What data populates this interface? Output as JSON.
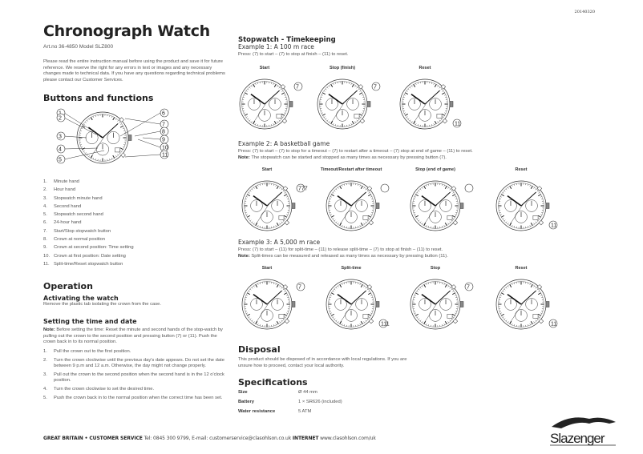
{
  "doc_code": "20140320",
  "title": "Chronograph Watch",
  "art_no": "Art.no  36-4850   Model  SLZ800",
  "intro": "Please read the entire instruction manual before using the product and save it for future reference. We reserve the right for any errors in text or images and any necessary changes made to technical data. If you have any questions regarding technical problems please contact our Customer Services.",
  "buttons": {
    "heading": "Buttons and functions",
    "callouts_left": [
      "1",
      "2",
      "3",
      "4",
      "5"
    ],
    "callouts_right": [
      "6",
      "7",
      "8",
      "9",
      "10",
      "11"
    ],
    "items": [
      {
        "n": "1.",
        "t": "Minute hand"
      },
      {
        "n": "2.",
        "t": "Hour hand"
      },
      {
        "n": "3.",
        "t": "Stopwatch minute hand"
      },
      {
        "n": "4.",
        "t": "Second hand"
      },
      {
        "n": "5.",
        "t": "Stopwatch second hand"
      },
      {
        "n": "6.",
        "t": "24-hour hand"
      },
      {
        "n": "7.",
        "t": "Start/Stop stopwatch button"
      },
      {
        "n": "8.",
        "t": "Crown at normal position"
      },
      {
        "n": "9.",
        "t": "Crown at second position: Time setting"
      },
      {
        "n": "10.",
        "t": "Crown at first position: Date setting"
      },
      {
        "n": "11.",
        "t": "Split-time/Reset stopwatch button"
      }
    ]
  },
  "operation": {
    "heading": "Operation",
    "activating_heading": "Activating the watch",
    "activating_text": "Remove the plastic tab isolating the crown from the case.",
    "setting_heading": "Setting the time and date",
    "note_label": "Note:",
    "note_text": " Before setting the time: Reset the minute and second hands of the stop-watch by pulling out the crown to the second position and pressing button (7) or (11). Push the crown back in to its normal position.",
    "steps": [
      {
        "n": "1.",
        "t": "Pull the crown out to the first position."
      },
      {
        "n": "2.",
        "t": "Turn the crown clockwise until the previous day's date appears. Do not set the date between 9 p.m and 12 a.m. Otherwise, the day might not change properly."
      },
      {
        "n": "3.",
        "t": "Pull out the crown to the second position when the second hand is in the 12 o'clock position."
      },
      {
        "n": "4.",
        "t": "Turn the crown clockwise to set the desired time."
      },
      {
        "n": "5.",
        "t": "Push the crown back in to the normal position when the correct time has been set."
      }
    ]
  },
  "stopwatch": {
    "heading": "Stopwatch - Timekeeping",
    "examples": [
      {
        "title": "Example 1: A 100 m race",
        "press": "Press: (7) to start – (7) to stop at finish – (11) to reset.",
        "note_label": "",
        "note": "",
        "watches": [
          {
            "label": "Start",
            "callout_top": "7",
            "callout_bottom": ""
          },
          {
            "label": "Stop (finish)",
            "callout_top": "7",
            "callout_bottom": ""
          },
          {
            "label": "Reset",
            "callout_top": "",
            "callout_bottom": "11"
          }
        ]
      },
      {
        "title": "Example 2: A basketball game",
        "press": "Press: (7) to start – (7) to stop for a timeout – (7) to restart after a timeout – (7) stop at end of game – (11) to reset.",
        "note_label": "Note:",
        "note": " The stopwatch can be started and stopped as many times as necessary by pressing button (7).",
        "watches": [
          {
            "label": "Start",
            "callout_top": "777",
            "callout_bottom": ""
          },
          {
            "label": "Timeout/Restart after timeout",
            "callout_top": " ",
            "callout_bottom": ""
          },
          {
            "label": "Stop (end of game)",
            "callout_top": " ",
            "callout_bottom": ""
          },
          {
            "label": "Reset",
            "callout_top": "",
            "callout_bottom": "11"
          }
        ]
      },
      {
        "title": "Example 3: A 5,000 m race",
        "press": "Press: (7) to start – (11) for split-time – (11) to release split-time – (7) to stop at finish – (11) to reset.",
        "note_label": "Note:",
        "note": " Split-times can be measured and released as many times as necessary by pressing button (11).",
        "watches": [
          {
            "label": "Start",
            "callout_top": "7",
            "callout_bottom": ""
          },
          {
            "label": "Split-time",
            "callout_top": "",
            "callout_bottom": "111"
          },
          {
            "label": "Stop",
            "callout_top": "7",
            "callout_bottom": ""
          },
          {
            "label": "Reset",
            "callout_top": "",
            "callout_bottom": "11"
          }
        ]
      }
    ]
  },
  "disposal": {
    "heading": "Disposal",
    "text": "This product should be disposed of in accordance with local regulations. If you are unsure how to proceed, contact your local authority."
  },
  "specifications": {
    "heading": "Specifications",
    "rows": [
      {
        "k": "Size",
        "v": "Ø 44 mm"
      },
      {
        "k": "Battery",
        "v": "1 × SR626 (included)"
      },
      {
        "k": "Water resistance",
        "v": "5 ATM"
      }
    ]
  },
  "footer": {
    "region": "GREAT BRITAIN • CUSTOMER SERVICE",
    "contact": " Tel: 0845 300 9799,  E-mail: customerservice@clasohlson.co.uk ",
    "internet_label": "INTERNET",
    "internet": "  www.clasohlson.com/uk"
  },
  "brand": "Slazenger"
}
